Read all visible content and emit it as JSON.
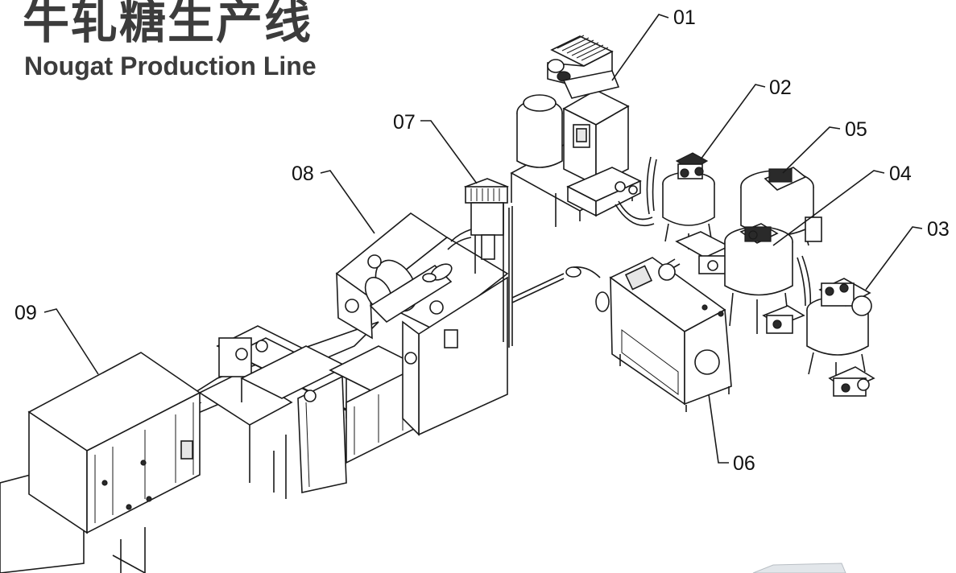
{
  "title": {
    "chinese": "牛轧糖生产线",
    "english": "Nougat Production Line"
  },
  "callouts": [
    {
      "id": "c01",
      "label": "01"
    },
    {
      "id": "c02",
      "label": "02"
    },
    {
      "id": "c03",
      "label": "03"
    },
    {
      "id": "c04",
      "label": "04"
    },
    {
      "id": "c05",
      "label": "05"
    },
    {
      "id": "c06",
      "label": "06"
    },
    {
      "id": "c07",
      "label": "07"
    },
    {
      "id": "c08",
      "label": "08"
    },
    {
      "id": "c09",
      "label": "09"
    }
  ],
  "colors": {
    "line": "#1a1a1a",
    "title": "#3c3c3c",
    "background": "#ffffff"
  }
}
